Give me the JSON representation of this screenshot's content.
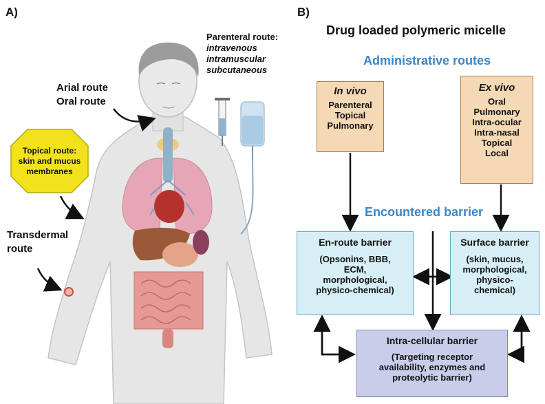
{
  "panelA": {
    "label": "A)",
    "parenteral": {
      "title": "Parenteral route:",
      "items": [
        "intravenous",
        "intramuscular",
        "subcutaneous"
      ]
    },
    "arial_route": "Arial route",
    "oral_route": "Oral route",
    "topical": {
      "lines": [
        "Topical route:",
        "skin and mucus",
        "membranes"
      ]
    },
    "transdermal": {
      "lines": [
        "Transdermal",
        "route"
      ]
    }
  },
  "panelB": {
    "label": "B)",
    "title": "Drug loaded polymeric micelle",
    "admin_heading": "Administrative routes",
    "barrier_heading": "Encountered barrier",
    "in_vivo": {
      "title": "In vivo",
      "items": [
        "Parenteral",
        "Topical",
        "Pulmonary"
      ]
    },
    "ex_vivo": {
      "title": "Ex vivo",
      "items": [
        "Oral",
        "Pulmonary",
        "Intra-ocular",
        "Intra-nasal",
        "Topical",
        "Local"
      ]
    },
    "en_route": {
      "title": "En-route barrier",
      "items": [
        "(Opsonins, BBB,",
        "ECM,",
        "morphological,",
        "physico-chemical)"
      ]
    },
    "surface": {
      "title": "Surface barrier",
      "items": [
        "(skin, mucus,",
        "morphological,",
        "physico-",
        "chemical)"
      ]
    },
    "intra": {
      "title": "Intra-cellular barrier",
      "items": [
        "(Targeting receptor",
        "availability, enzymes and",
        "proteolytic barrier)"
      ]
    }
  },
  "colors": {
    "heading_blue": "#3a87c8",
    "tan_box": "#f5d9b5",
    "cyan_box": "#d6eef6",
    "lavender_box": "#c9cde9",
    "topical_octagon": "#f2e21c"
  }
}
